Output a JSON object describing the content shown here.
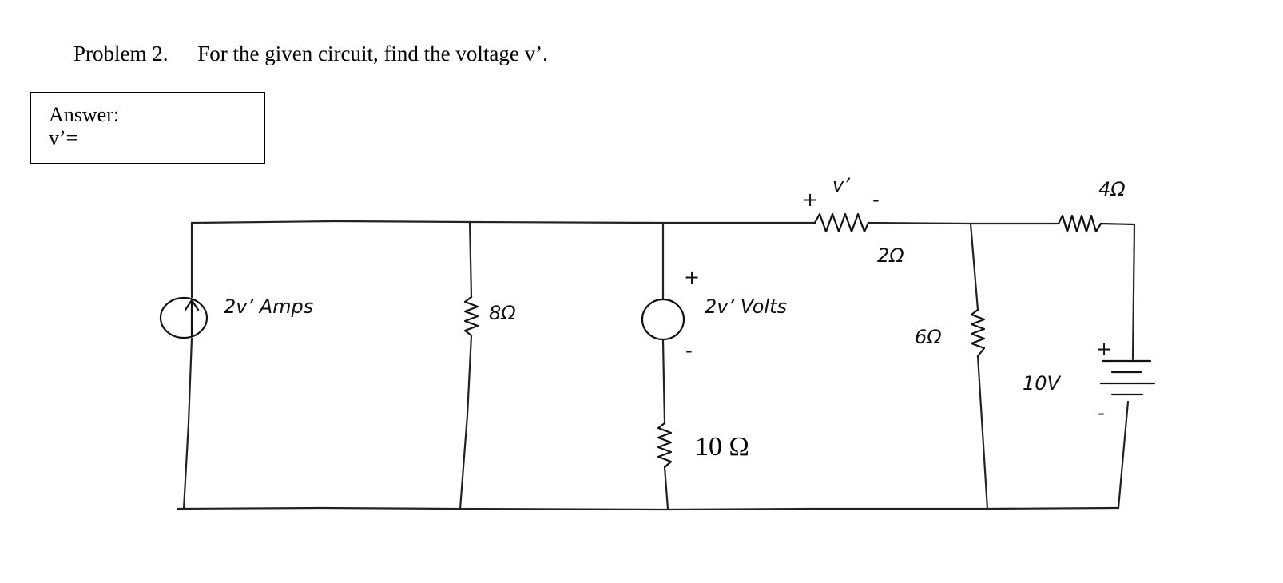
{
  "problem": {
    "label": "Problem 2.",
    "text": "For the given circuit, find the voltage v’."
  },
  "answer_box": {
    "label": "Answer:",
    "variable": "v’="
  },
  "circuit": {
    "dependent_current_source": "2v’ Amps",
    "dependent_voltage_source": "2v’ Volts",
    "dep_vs_plus": "+",
    "dep_vs_minus": "-",
    "r_8": "8Ω",
    "r_10": "10 Ω",
    "r_2": "2Ω",
    "r_6": "6Ω",
    "r_4": "4Ω",
    "v_prime_label": "v’",
    "v_prime_plus": "+",
    "v_prime_minus": "-",
    "battery_voltage": "10V",
    "battery_plus": "+",
    "battery_minus": "-"
  }
}
